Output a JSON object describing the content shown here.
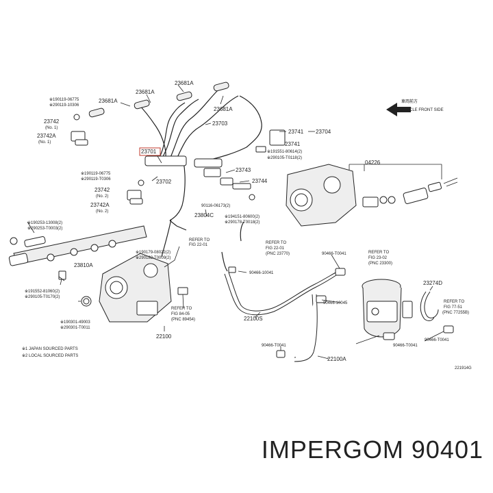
{
  "labels": {
    "l23681A_top": "23681A",
    "l23681A_left": "23681A",
    "l23681A_mid": "23681A",
    "l23681A_b": "23681A",
    "l90119a1": "※190119-06775",
    "l90119a2": "※290119-10306",
    "l23742a": "23742",
    "l23742a_sub": "(No. 1)",
    "l23742Aa": "23742A",
    "l23742Aa_sub": "(No. 1)",
    "l23703": "23703",
    "l23741a": "23741",
    "l23704": "23704",
    "l23741b": "23741",
    "l91551a": "※191551-80614(2)",
    "l90105a": "※290105-T0118(2)",
    "l23701": "23701",
    "l90119b1": "※190119-06775",
    "l90119b2": "※290119-T0306",
    "l23702": "23702",
    "l23743": "23743",
    "l23744": "23744",
    "l04226": "04226",
    "l23742b": "23742",
    "l23742b_sub": "(No. 2)",
    "l23742Ab": "23742A",
    "l23742Ab_sub": "(No. 2)",
    "l90116": "90116-06173(2)",
    "l23804C": "23804C",
    "l94151": "※194151-80600(2)",
    "l90178": "※290178-T0018(2)",
    "l90253a": "※190253-13008(2)",
    "l90253b": "※290253-T0003(2)",
    "l90179a": "※190179-08022(2)",
    "l90182": "※290182-T0009(2)",
    "refer1": [
      "REFER TO",
      "FIG 22-01"
    ],
    "refer2": [
      "REFER TO",
      "FIG 22-01",
      "(PNC 23770)"
    ],
    "l90466a": "90466-T0041",
    "refer3": [
      "REFER TO",
      "FIG 23-02",
      "(PNC 23300)"
    ],
    "l23810A": "23810A",
    "l90466b": "90466-10041",
    "l23274D": "23274D",
    "l91552": "※191552-81060(2)",
    "l90105b": "※290105-T0170(2)",
    "refer5": [
      "REFER TO",
      "FIG 77-51",
      "(PNC 77255B)"
    ],
    "l90466c": "90466-10045",
    "refer4": [
      "REFER TO",
      "FIG 84-05",
      "(PNC 89454)"
    ],
    "l90301a": "※190301-49003",
    "l90301b": "※290301-T0011",
    "l22100S": "22100S",
    "l90466d": "90466-T0041",
    "l22100": "22100",
    "l90466e": "90466-T0041",
    "l90466f": "90466-T0041",
    "l22100A": "22100A",
    "front_jp": "車両前方",
    "front_en": "VEHICLE FRONT SIDE",
    "note1": "※1 JAPAN SOURCED PARTS",
    "note2": "※2 LOCAL SOURCED PARTS",
    "code": "221914G"
  },
  "brand": "IMPERGOM 90401"
}
